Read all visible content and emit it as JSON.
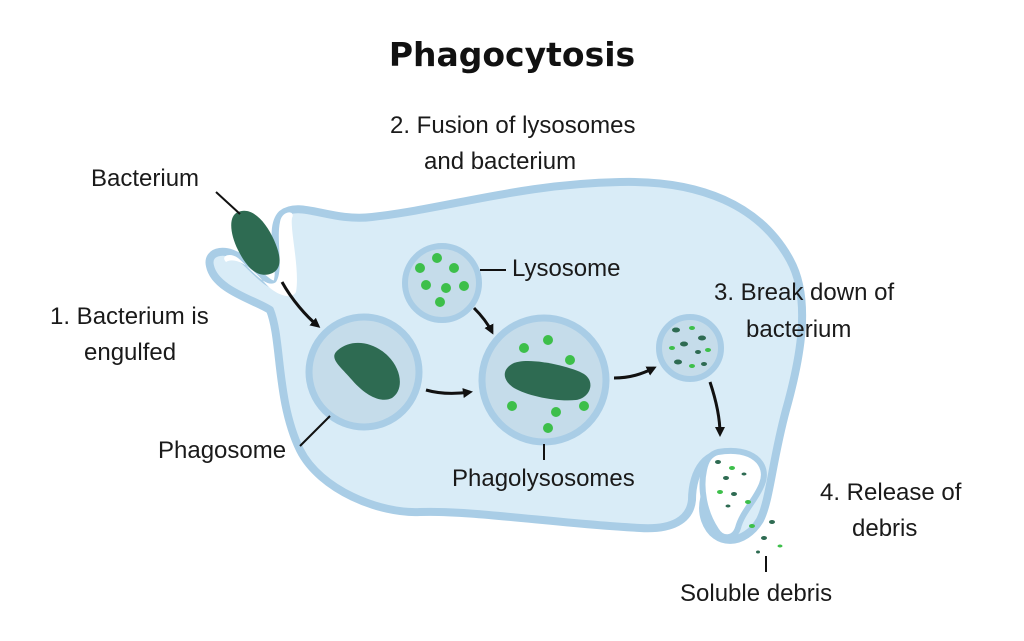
{
  "title": "Phagocytosis",
  "labels": {
    "bacterium": "Bacterium",
    "step1_line1": "1.  Bacterium is",
    "step1_line2": "engulfed",
    "step2_line1": "2. Fusion of lysosomes",
    "step2_line2": "and bacterium",
    "lysosome": "Lysosome",
    "step3_line1": "3. Break down of",
    "step3_line2": "bacterium",
    "phagosome": "Phagosome",
    "phagolysosomes": "Phagolysosomes",
    "step4_line1": "4. Release of",
    "step4_line2": "debris",
    "soluble_debris": "Soluble debris"
  },
  "colors": {
    "cell_fill": "#d9ecf7",
    "membrane": "#a9cde6",
    "vesicle_fill": "#c5dcea",
    "bacterium": "#2e6b52",
    "enzyme": "#3dbf4a",
    "arrow": "#111111"
  }
}
